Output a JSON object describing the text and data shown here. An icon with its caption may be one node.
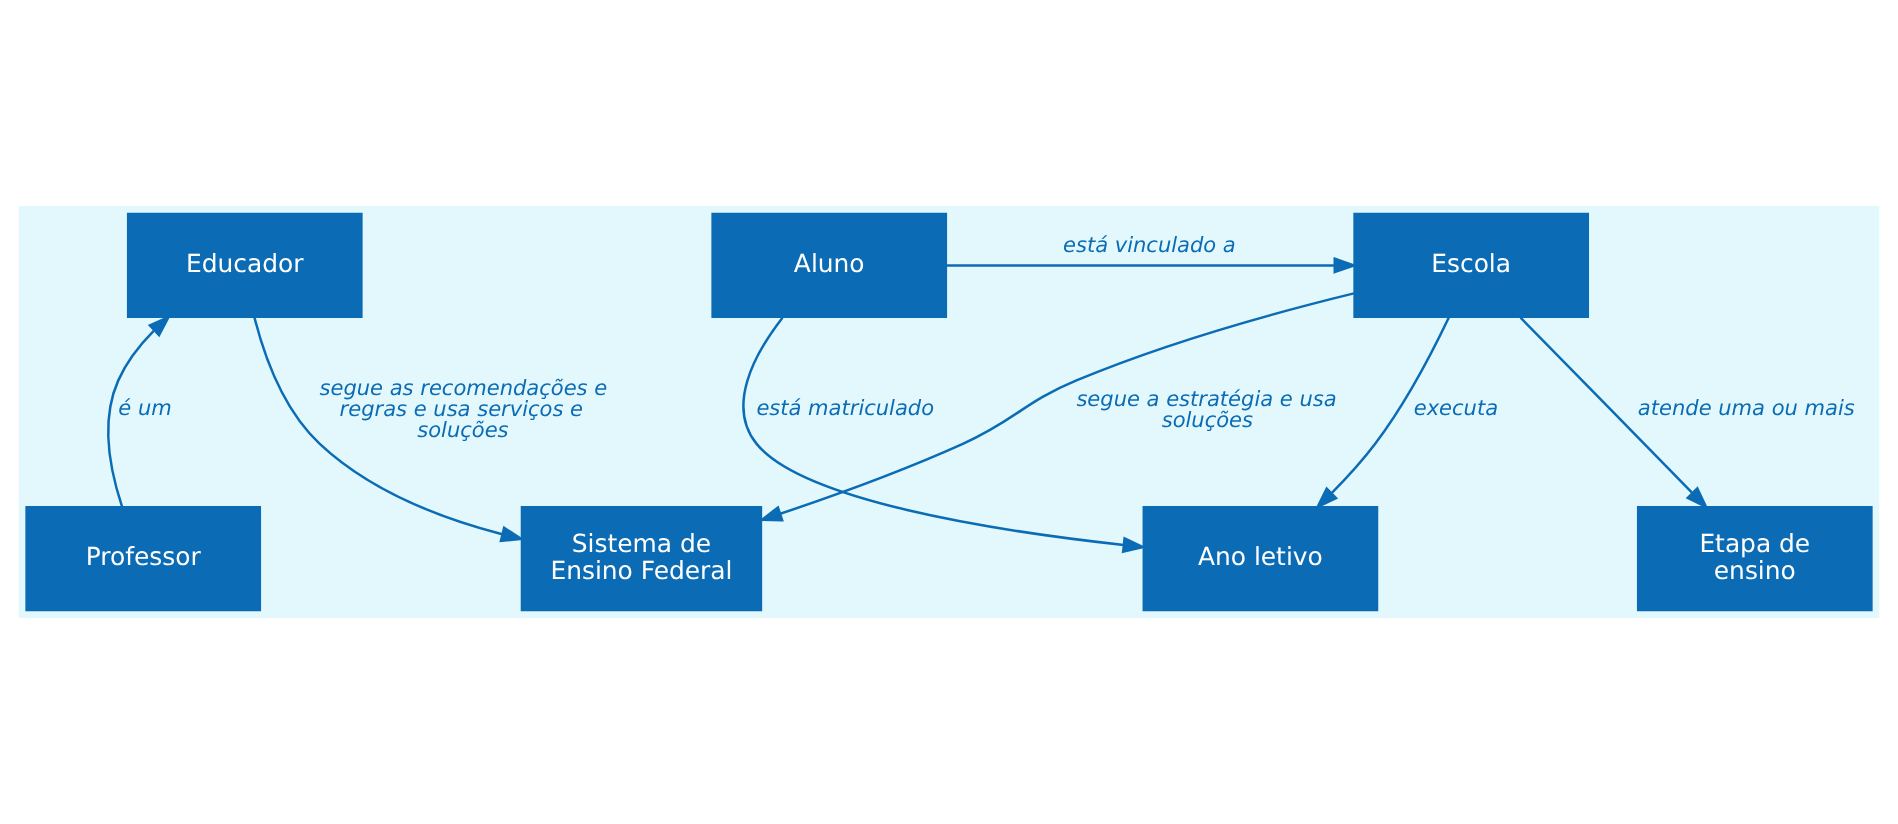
{
  "diagram": {
    "nodes": [
      {
        "text": [
          "Etapa de ensino"
        ]
      },
      {
        "text": [
          "Sistema de Ensino Federal"
        ]
      },
      {
        "text": [
          "Aluno"
        ]
      },
      {
        "text": [
          "Escola"
        ]
      },
      {
        "text": [
          "Educador"
        ]
      },
      {
        "text": [
          "Ano letivo"
        ]
      },
      {
        "text": [
          "Professor"
        ]
      }
    ],
    "edges": [
      {
        "from": 3,
        "to": 0,
        "arrow": "to",
        "label": "atende uma ou mais"
      },
      {
        "from": 3,
        "to": 1,
        "arrow": "to",
        "label": "segue a estratégia e usa soluções"
      },
      {
        "from": 4,
        "to": 1,
        "arrow": "to",
        "label": "segue as recomendações e regras e usa serviços e soluções"
      },
      {
        "from": 2,
        "to": 3,
        "arrow": "to",
        "label": "está vinculado a"
      },
      {
        "from": 3,
        "to": 5,
        "arrow": "to",
        "label": "executa"
      },
      {
        "from": 2,
        "to": 5,
        "arrow": "to",
        "label": "está matriculado"
      },
      {
        "from": 6,
        "to": 4,
        "arrow": "to",
        "label": "é um"
      }
    ]
  }
}
